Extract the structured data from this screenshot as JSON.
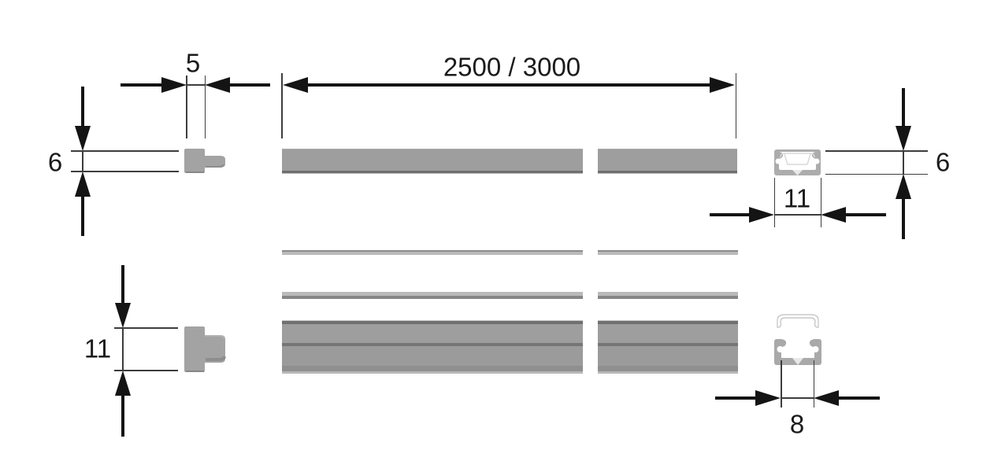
{
  "diagram": {
    "type": "technical-dimension-drawing",
    "subject": "aluminium-led-profile-with-end-caps-and-cover",
    "colors": {
      "background": "#ffffff",
      "aluminium": "#9e9e9e",
      "aluminium_edge_shade": "#6f6f6f",
      "dimension_lines": "#141414",
      "text": "#1b1b1b",
      "cover_outline": "#cccccc"
    },
    "dimensions": {
      "cap_width": "5",
      "length": "2500 / 3000",
      "profile_height_left": "6",
      "profile_height_right": "6",
      "profile_width": "11",
      "large_cap_height": "11",
      "channel_inner_width": "8"
    }
  }
}
